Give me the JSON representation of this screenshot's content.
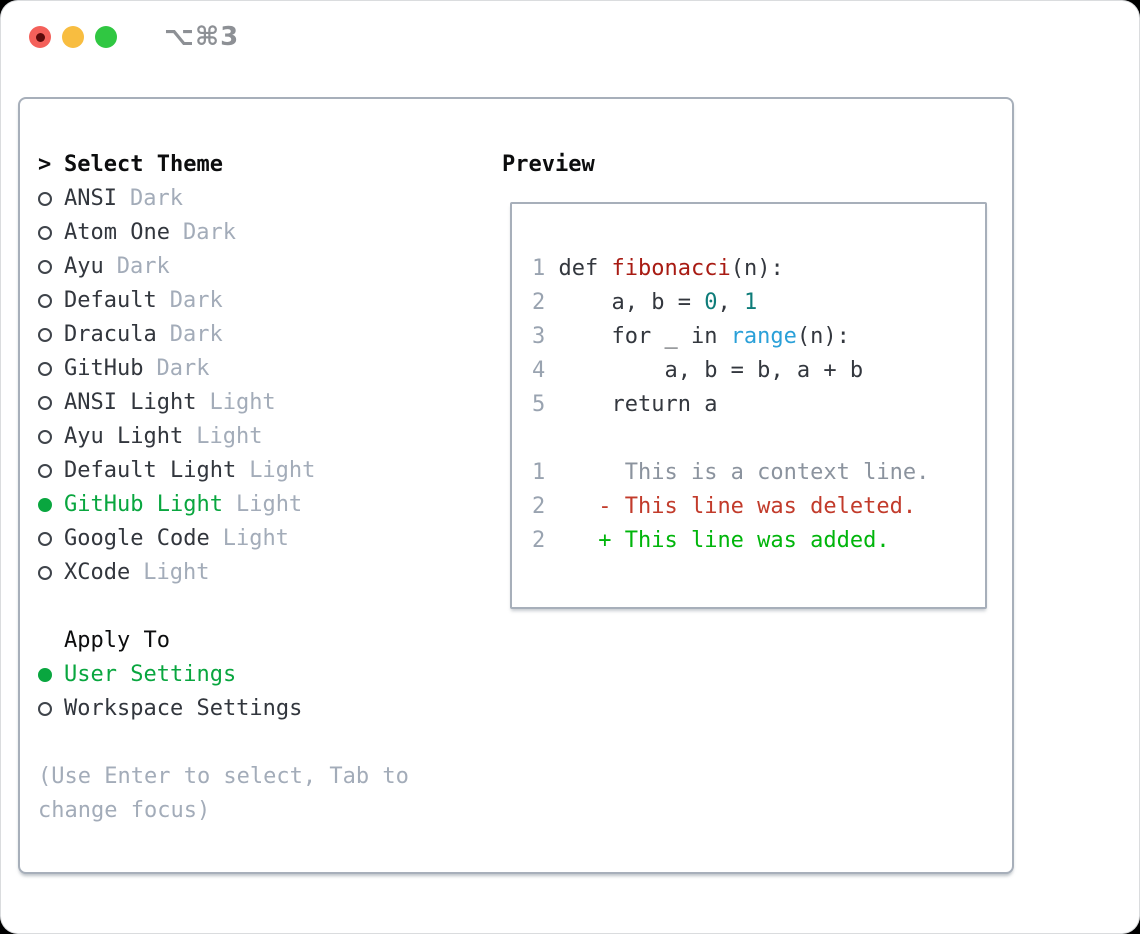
{
  "window": {
    "title": "⌥⌘3"
  },
  "titlebar_icons": [
    {
      "name": "close-traffic-light",
      "color": "#f4605a"
    },
    {
      "name": "minimize-traffic-light",
      "color": "#f8bd40"
    },
    {
      "name": "zoom-traffic-light",
      "color": "#30c742"
    }
  ],
  "colors": {
    "plain": "#33373e",
    "func": "#a81b13",
    "num": "#0e7c79",
    "call": "#2aa0d8",
    "context": "#8b939e",
    "del": "#c23b2b",
    "add": "#00b50b",
    "ln": "#99a3b0",
    "selected_green": "#09a63f",
    "secondary_gray": "#a3acb9",
    "panel_border": "#a7afba"
  },
  "theme_panel": {
    "prompt": ">",
    "title": "Select Theme",
    "themes": [
      {
        "name": "ANSI",
        "variant": "Dark",
        "selected": false
      },
      {
        "name": "Atom One",
        "variant": "Dark",
        "selected": false
      },
      {
        "name": "Ayu",
        "variant": "Dark",
        "selected": false
      },
      {
        "name": "Default",
        "variant": "Dark",
        "selected": false
      },
      {
        "name": "Dracula",
        "variant": "Dark",
        "selected": false
      },
      {
        "name": "GitHub",
        "variant": "Dark",
        "selected": false
      },
      {
        "name": "ANSI Light",
        "variant": "Light",
        "selected": false
      },
      {
        "name": "Ayu Light",
        "variant": "Light",
        "selected": false
      },
      {
        "name": "Default Light",
        "variant": "Light",
        "selected": false
      },
      {
        "name": "GitHub Light",
        "variant": "Light",
        "selected": true
      },
      {
        "name": "Google Code",
        "variant": "Light",
        "selected": false
      },
      {
        "name": "XCode",
        "variant": "Light",
        "selected": false
      }
    ],
    "apply_to": {
      "title": "Apply To",
      "options": [
        {
          "label": "User Settings",
          "selected": true
        },
        {
          "label": "Workspace Settings",
          "selected": false
        }
      ]
    },
    "hint": "(Use Enter to select, Tab to change focus)"
  },
  "preview": {
    "title": "Preview",
    "lines": [
      {
        "n": "1",
        "s": [
          {
            "t": "def ",
            "c": "plain"
          },
          {
            "t": "fibonacci",
            "c": "func"
          },
          {
            "t": "(n):",
            "c": "plain"
          }
        ]
      },
      {
        "n": "2",
        "s": [
          {
            "t": "    a, b = ",
            "c": "plain"
          },
          {
            "t": "0",
            "c": "num"
          },
          {
            "t": ", ",
            "c": "plain"
          },
          {
            "t": "1",
            "c": "num"
          }
        ]
      },
      {
        "n": "3",
        "s": [
          {
            "t": "    for _ in ",
            "c": "plain"
          },
          {
            "t": "range",
            "c": "call"
          },
          {
            "t": "(n):",
            "c": "plain"
          }
        ]
      },
      {
        "n": "4",
        "s": [
          {
            "t": "        a, b = b, a + b",
            "c": "plain"
          }
        ]
      },
      {
        "n": "5",
        "s": [
          {
            "t": "    return a",
            "c": "plain"
          }
        ]
      },
      {
        "n": "",
        "s": []
      },
      {
        "n": "1",
        "s": [
          {
            "t": "     This is a context line.",
            "c": "context"
          }
        ]
      },
      {
        "n": "2",
        "s": [
          {
            "t": "   - This line was deleted.",
            "c": "del"
          }
        ]
      },
      {
        "n": "2",
        "s": [
          {
            "t": "   + This line was added.",
            "c": "add"
          }
        ]
      }
    ]
  }
}
